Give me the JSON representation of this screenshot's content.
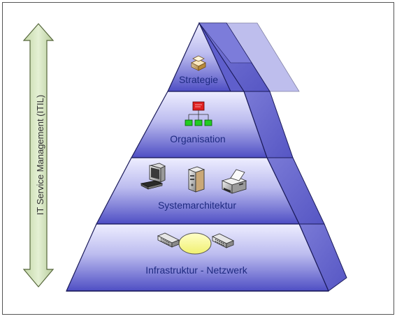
{
  "side_label": "IT Service Management (ITIL)",
  "layers": [
    {
      "label": "Strategie",
      "icon": "stack-of-documents-icon"
    },
    {
      "label": "Organisation",
      "icon": "org-chart-icon"
    },
    {
      "label": "Systemarchitektur",
      "icons": [
        "workstation-icon",
        "server-icon",
        "printer-icon"
      ]
    },
    {
      "label": "Infrastruktur - Netzwerk",
      "icons": [
        "switch-icon",
        "network-cloud-icon",
        "switch-icon"
      ]
    }
  ],
  "colors": {
    "front_light": "#eeeeff",
    "front_dark": "#4e4ec4",
    "side_face": "#6a6ad0",
    "outline": "#1a1a5a",
    "label_text": "#1e2a80",
    "arrow_fill": "#d6e6c0",
    "arrow_stroke": "#55663a",
    "org_head": "#e02020",
    "org_node": "#22cc22",
    "network_ellipse": "#ffff99"
  }
}
